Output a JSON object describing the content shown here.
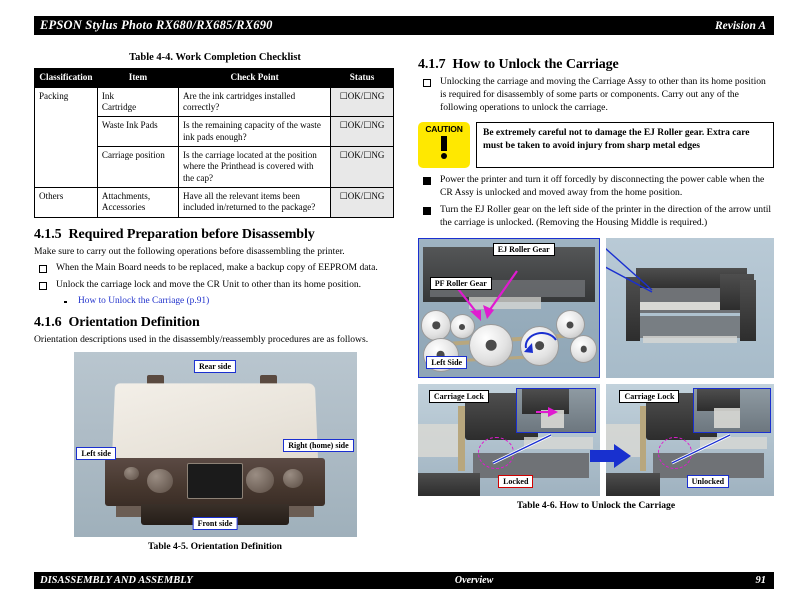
{
  "header": {
    "title": "EPSON Stylus Photo RX680/RX685/RX690",
    "revision": "Revision A"
  },
  "table": {
    "caption": "Table 4-4.  Work Completion Checklist",
    "columns": [
      "Classification",
      "Item",
      "Check Point",
      "Status"
    ],
    "rows": [
      {
        "classification": "Packing",
        "item": "Ink\nCartridge",
        "item_line1": "Ink",
        "item_line2": "Cartridge",
        "check_point": "Are the ink cartridges installed correctly?",
        "status": "☐OK/☐NG"
      },
      {
        "classification": "",
        "item": "Waste Ink Pads",
        "check_point": "Is the remaining capacity of the waste ink pads enough?",
        "status": "☐OK/☐NG"
      },
      {
        "classification": "",
        "item": "Carriage position",
        "check_point": "Is the carriage located at the position where the Printhead is covered with the cap?",
        "status": "☐OK/☐NG"
      },
      {
        "classification": "Others",
        "item": "Attachments, Accessories",
        "check_point": "Have all the relevant items been included in/returned to the package?",
        "status": "☐OK/☐NG"
      }
    ]
  },
  "section_415": {
    "number": "4.1.5",
    "title": "Required Preparation before Disassembly",
    "intro": "Make sure to carry out the following operations before disassembling the printer.",
    "items": [
      "When the Main Board needs to be replaced, make a backup copy of EEPROM data.",
      "Unlock the carriage lock and move the CR Unit to other than its home position."
    ],
    "link": "How to Unlock the Carriage (p.91)"
  },
  "section_416": {
    "number": "4.1.6",
    "title": "Orientation Definition",
    "intro": "Orientation descriptions used in the disassembly/reassembly procedures are as follows."
  },
  "figure_45": {
    "caption": "Table 4-5.  Orientation Definition",
    "labels": {
      "rear": "Rear side",
      "front": "Front side",
      "left": "Left side",
      "right": "Right (home) side"
    }
  },
  "section_417": {
    "number": "4.1.7",
    "title": "How to Unlock the Carriage",
    "intro": "Unlocking the carriage and moving the Carriage Assy to other than its home position is required for disassembly of some parts or components. Carry out any of the following operations to unlock the carriage.",
    "bullets": [
      "Power the printer and turn it off forcedly by disconnecting the power cable when the CR Assy is unlocked and moved away from the home position.",
      "Turn the EJ Roller gear on the left side of the printer in the direction of the arrow until the carriage is unlocked. (Removing the Housing Middle is required.)"
    ]
  },
  "caution": {
    "label": "CAUTION",
    "text": "Be extremely careful not to damage the EJ Roller gear. Extra care must be taken to avoid injury from sharp metal edges",
    "bg_color": "#ffe800"
  },
  "figure_46": {
    "caption": "Table 4-6.  How to Unlock the Carriage",
    "labels": {
      "ej_roller_gear": "EJ Roller Gear",
      "pf_roller_gear": "PF Roller Gear",
      "left_side": "Left Side",
      "carriage_lock_1": "Carriage Lock",
      "carriage_lock_2": "Carriage Lock",
      "locked": "Locked",
      "unlocked": "Unlocked"
    }
  },
  "footer": {
    "left": "DISASSEMBLY AND ASSEMBLY",
    "center": "Overview",
    "page": "91"
  }
}
